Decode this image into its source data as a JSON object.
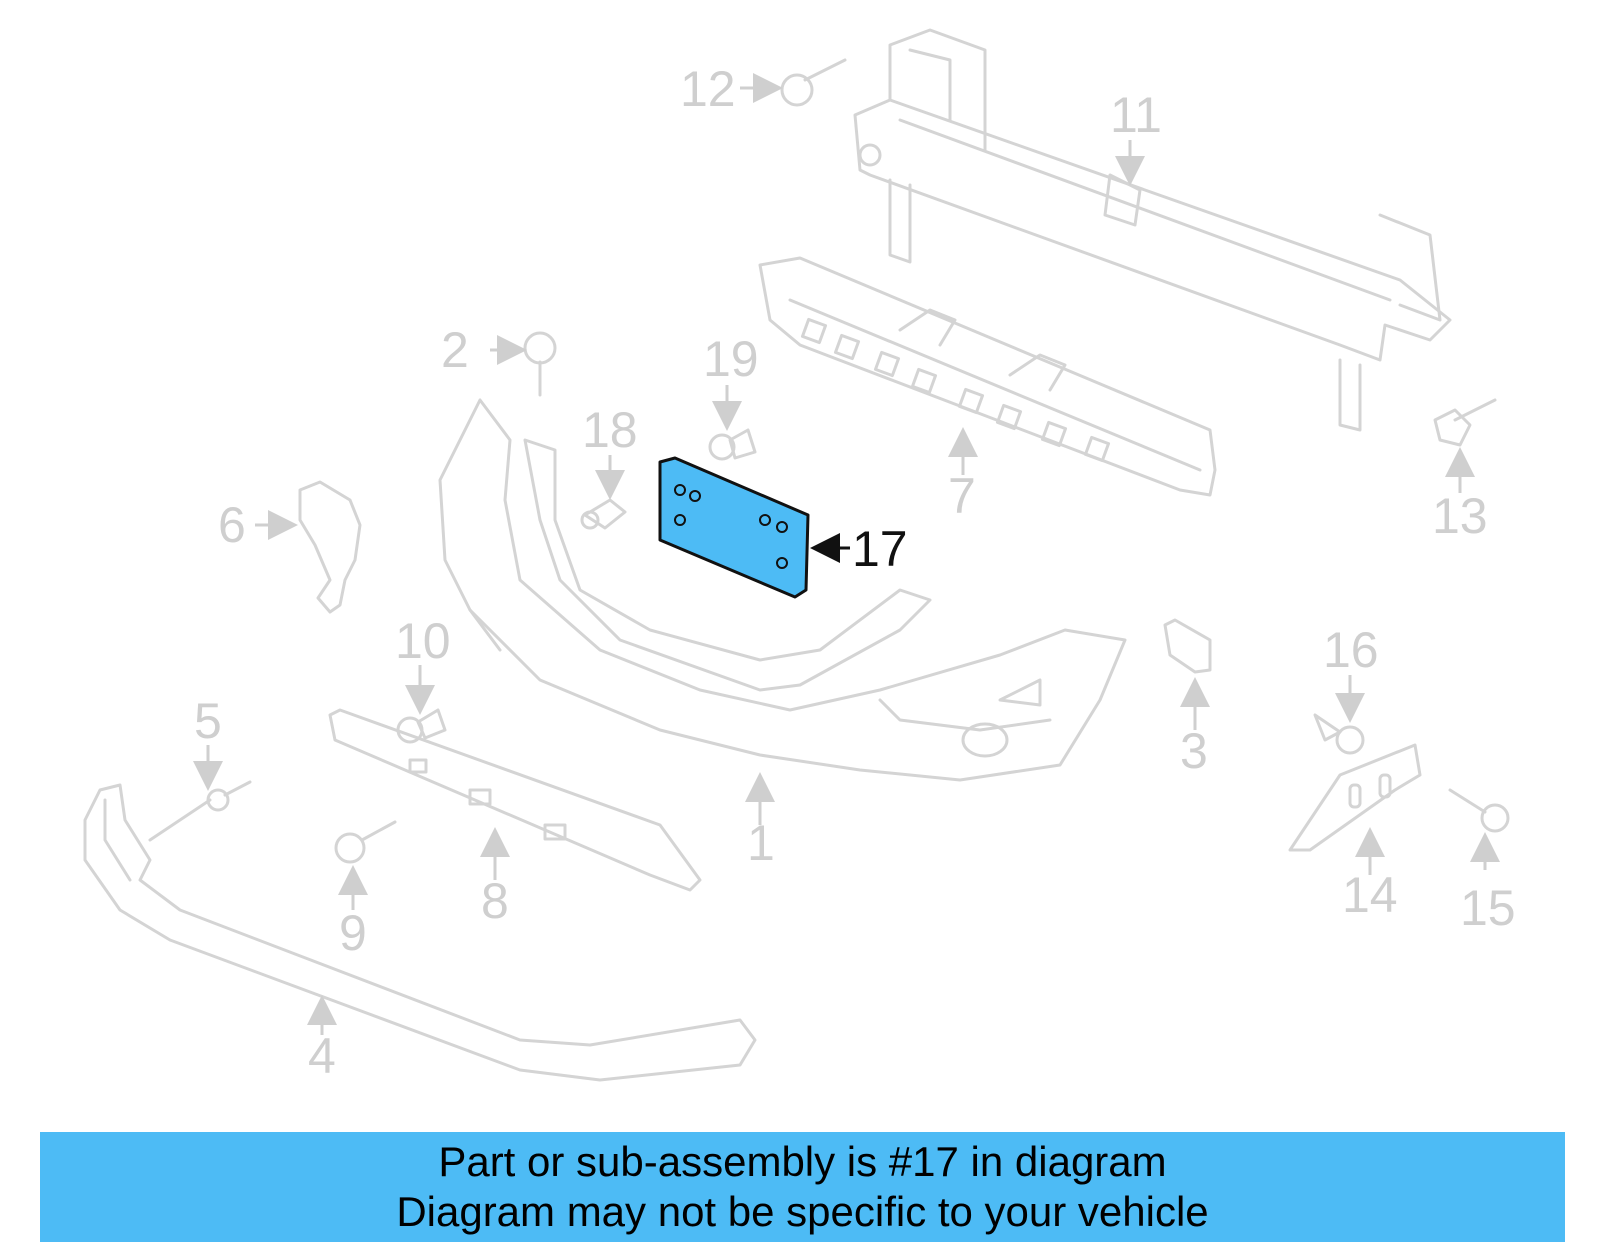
{
  "colors": {
    "highlight": "#4dbbf5",
    "part_line": "#d4d4d4",
    "callout_text": "#cfcfcf",
    "highlight_text": "#111111",
    "banner_bg": "#4dbbf5"
  },
  "callouts": {
    "c1": "1",
    "c2": "2",
    "c3": "3",
    "c4": "4",
    "c5": "5",
    "c6": "6",
    "c7": "7",
    "c8": "8",
    "c9": "9",
    "c10": "10",
    "c11": "11",
    "c12": "12",
    "c13": "13",
    "c14": "14",
    "c15": "15",
    "c16": "16",
    "c17": "17",
    "c18": "18",
    "c19": "19"
  },
  "banner": {
    "line1": "Part or sub-assembly is #17 in diagram",
    "line2": "Diagram may not be specific to your vehicle"
  }
}
